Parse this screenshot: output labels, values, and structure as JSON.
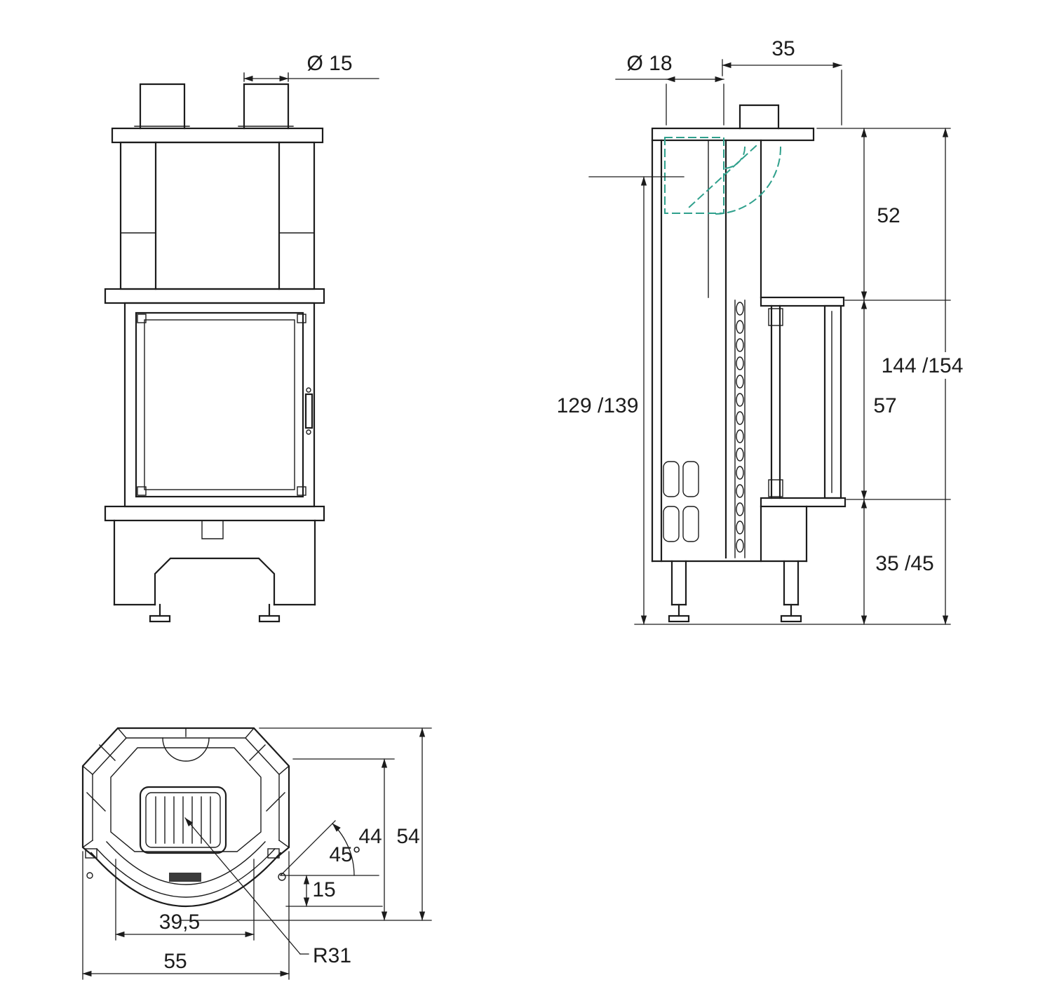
{
  "drawing": {
    "background": "#ffffff",
    "line_color": "#1c1c1c",
    "accent_color": "#2fa08c"
  },
  "front_view": {
    "dims": {
      "flue_diameter": "Ø 15"
    }
  },
  "side_view": {
    "dims": {
      "flue_diameter": "Ø 18",
      "flue_offset": "35",
      "top_section_height": "52",
      "overall_height": "144 /154",
      "door_height": "57",
      "flue_axis_height": "129 /139",
      "base_height": "35 /45"
    }
  },
  "top_view": {
    "dims": {
      "total_depth": "54",
      "inner_depth": "44",
      "corner_angle": "45°",
      "front_offset": "15",
      "grate_width": "39,5",
      "overall_width": "55",
      "door_radius": "R31"
    }
  }
}
